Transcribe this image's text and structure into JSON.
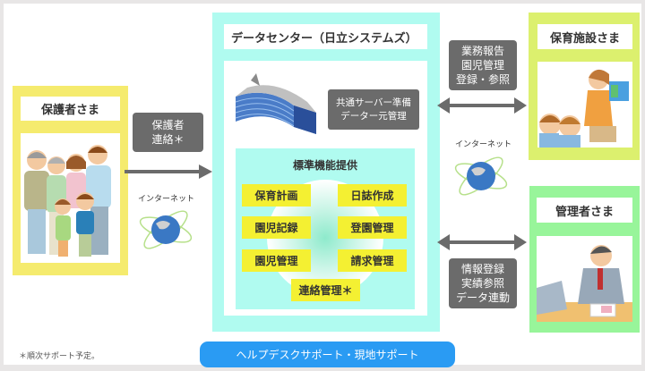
{
  "guardian": {
    "title": "保護者さま",
    "arrow_label_lines": [
      "保護者",
      "連絡＊"
    ],
    "network_label": "インターネット"
  },
  "datacenter": {
    "title": "データセンター（日立システムズ）",
    "server_label_lines": [
      "共通サーバー準備",
      "データー元管理"
    ],
    "functions_title": "標準機能提供",
    "functions": [
      "保育計画",
      "日誌作成",
      "園児記録",
      "登園管理",
      "園児管理",
      "請求管理",
      "連絡管理＊"
    ]
  },
  "facility": {
    "title": "保育施設さま",
    "arrow_label_lines": [
      "業務報告",
      "園児管理",
      "登録・参照"
    ],
    "network_label": "インターネット"
  },
  "admin": {
    "title": "管理者さま",
    "arrow_label_lines": [
      "情報登録",
      "実績参照",
      "データ連動"
    ]
  },
  "support": {
    "button_label": "ヘルプデスクサポート・現地サポート",
    "footnote": "＊順次サポート予定。"
  },
  "colors": {
    "guardian_panel": "#f5eb6e",
    "facility_panel": "#dcf06e",
    "admin_panel": "#98f59a",
    "datacenter": "#b0fbf0",
    "function_item": "#f4f032",
    "label_box": "#6b6b6b",
    "support_button": "#2a9bf3"
  }
}
